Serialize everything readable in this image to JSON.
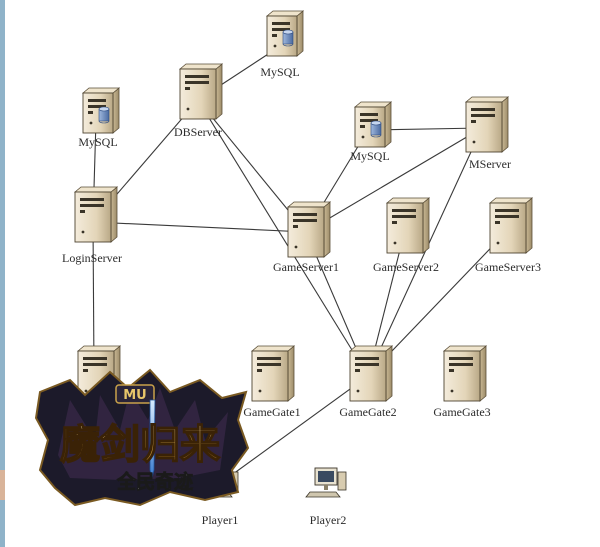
{
  "nodes": [
    {
      "id": "mysql_top",
      "label": "MySQL",
      "kind": "db"
    },
    {
      "id": "dbserver",
      "label": "DBServer",
      "kind": "server"
    },
    {
      "id": "mysql_left",
      "label": "MySQL",
      "kind": "db"
    },
    {
      "id": "mysql_mid",
      "label": "MySQL",
      "kind": "db"
    },
    {
      "id": "mserver",
      "label": "MServer",
      "kind": "server"
    },
    {
      "id": "loginserver",
      "label": "LoginServer",
      "kind": "server"
    },
    {
      "id": "gameserver1",
      "label": "GameServer1",
      "kind": "server"
    },
    {
      "id": "gameserver2",
      "label": "GameServer2",
      "kind": "server"
    },
    {
      "id": "gameserver3",
      "label": "GameServer3",
      "kind": "server"
    },
    {
      "id": "logingate",
      "label": "",
      "kind": "server"
    },
    {
      "id": "gamegate1",
      "label": "GameGate1",
      "kind": "server"
    },
    {
      "id": "gamegate2",
      "label": "GameGate2",
      "kind": "server"
    },
    {
      "id": "gamegate3",
      "label": "GameGate3",
      "kind": "server"
    },
    {
      "id": "player1",
      "label": "Player1",
      "kind": "pc"
    },
    {
      "id": "player2",
      "label": "Player2",
      "kind": "pc"
    }
  ],
  "edges": [
    [
      "mysql_top",
      "dbserver"
    ],
    [
      "dbserver",
      "loginserver"
    ],
    [
      "dbserver",
      "gameserver1"
    ],
    [
      "dbserver",
      "gamegate2"
    ],
    [
      "mysql_left",
      "loginserver"
    ],
    [
      "loginserver",
      "gameserver1"
    ],
    [
      "loginserver",
      "logingate"
    ],
    [
      "mysql_mid",
      "mserver"
    ],
    [
      "mysql_mid",
      "gameserver1"
    ],
    [
      "mserver",
      "gameserver1"
    ],
    [
      "mserver",
      "gamegate2"
    ],
    [
      "gameserver1",
      "gamegate2"
    ],
    [
      "gameserver2",
      "gamegate2"
    ],
    [
      "gameserver3",
      "gamegate2"
    ],
    [
      "gamegate2",
      "player1"
    ]
  ],
  "logo": {
    "badge": "MU",
    "title": "魔剑归来",
    "subtitle": "全民奇迹"
  },
  "colors": {
    "server_body": "#e8dcc4",
    "server_shade": "#b9a886",
    "line": "#3a3a3a",
    "db_cylinder": "#6f8fc0",
    "left_bar": "#8fb3c9"
  }
}
